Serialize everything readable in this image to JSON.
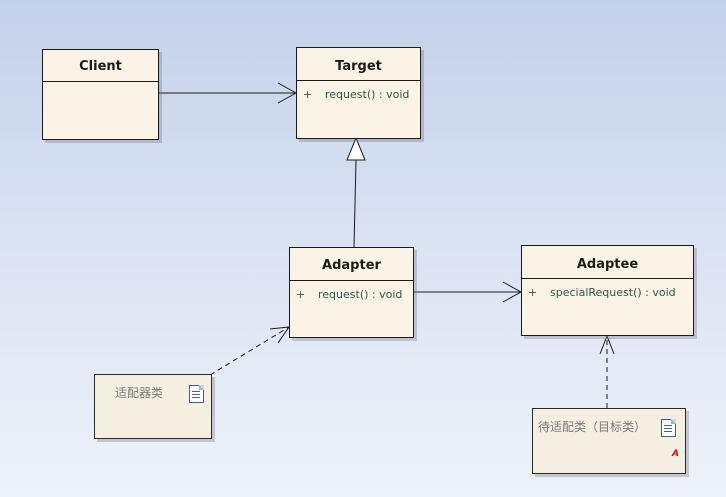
{
  "classes": {
    "client": {
      "name": "Client"
    },
    "target": {
      "name": "Target",
      "operations": [
        {
          "visibility": "+",
          "signature": "request() : void"
        }
      ]
    },
    "adapter": {
      "name": "Adapter",
      "operations": [
        {
          "visibility": "+",
          "signature": "request() : void"
        }
      ]
    },
    "adaptee": {
      "name": "Adaptee",
      "operations": [
        {
          "visibility": "+",
          "signature": "specialRequest() : void"
        }
      ]
    }
  },
  "notes": {
    "adapter_note": {
      "text": "适配器类",
      "icon": "document-icon"
    },
    "adaptee_note": {
      "text": "待适配类（目标类）",
      "icon": "document-icon",
      "marker": "A"
    }
  },
  "relations": [
    {
      "from": "Client",
      "to": "Target",
      "type": "association"
    },
    {
      "from": "Adapter",
      "to": "Target",
      "type": "generalization"
    },
    {
      "from": "Adapter",
      "to": "Adaptee",
      "type": "association"
    },
    {
      "from": "适配器类",
      "to": "Adapter",
      "type": "note-link"
    },
    {
      "from": "待适配类（目标类）",
      "to": "Adaptee",
      "type": "note-link"
    }
  ],
  "colors": {
    "class_fill": "#fbf4e6",
    "operation_text": "#2b5b4a",
    "note_text": "#7a7a7a",
    "background_top": "#c4d1ea",
    "background_bottom": "#eef2f9"
  }
}
